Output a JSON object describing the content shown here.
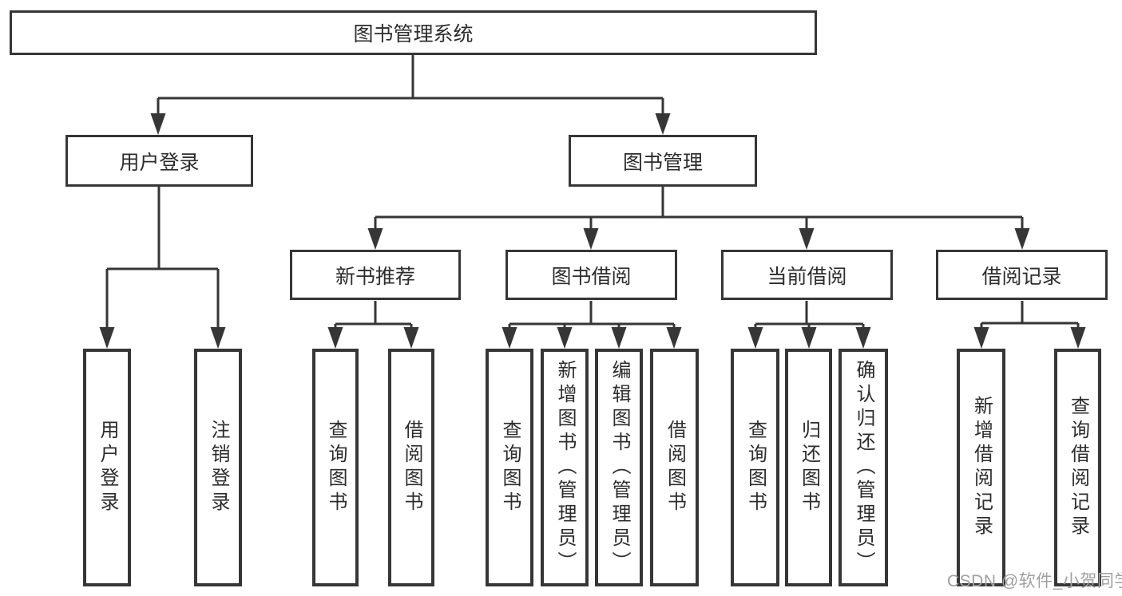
{
  "tree": {
    "label": "图书管理系统",
    "children": [
      {
        "label": "用户登录",
        "children": [
          {
            "label": "用户登录"
          },
          {
            "label": "注销登录"
          }
        ]
      },
      {
        "label": "图书管理",
        "children": [
          {
            "label": "新书推荐",
            "children": [
              {
                "label": "查询图书"
              },
              {
                "label": "借阅图书"
              }
            ]
          },
          {
            "label": "图书借阅",
            "children": [
              {
                "label": "查询图书"
              },
              {
                "label": "新增图书（管理员）"
              },
              {
                "label": "编辑图书（管理员）"
              },
              {
                "label": "借阅图书"
              }
            ]
          },
          {
            "label": "当前借阅",
            "children": [
              {
                "label": "查询图书"
              },
              {
                "label": "归还图书"
              },
              {
                "label": "确认归还（管理员）"
              }
            ]
          },
          {
            "label": "借阅记录",
            "children": [
              {
                "label": "新增借阅记录"
              },
              {
                "label": "查询借阅记录"
              }
            ]
          }
        ]
      }
    ]
  },
  "watermark": {
    "text": "CSDN @软件_小贺同学"
  },
  "colors": {
    "line": "#363636",
    "text": "#2d2d2d",
    "watermark": "#a0a0a0",
    "bg": "#ffffff"
  }
}
